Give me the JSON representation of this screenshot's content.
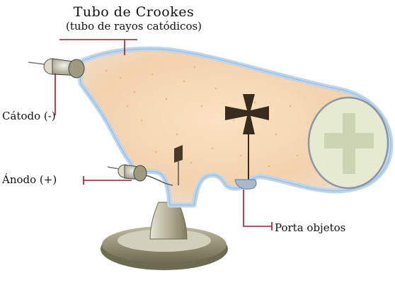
{
  "diagram": {
    "title": "Tubo de Crookes",
    "subtitle": "(tubo de rayos catódicos)",
    "labels": {
      "catodo": "Cátodo (-)",
      "anodo": "Ánodo (+)",
      "porta_objetos": "Porta objetos"
    },
    "colors": {
      "leader_line": "#a2182a",
      "glass_edge": "#bcd6ee",
      "glow": "#f6d3a8",
      "cross": "#3a2c1c",
      "stand": "#8f8a6c"
    }
  }
}
